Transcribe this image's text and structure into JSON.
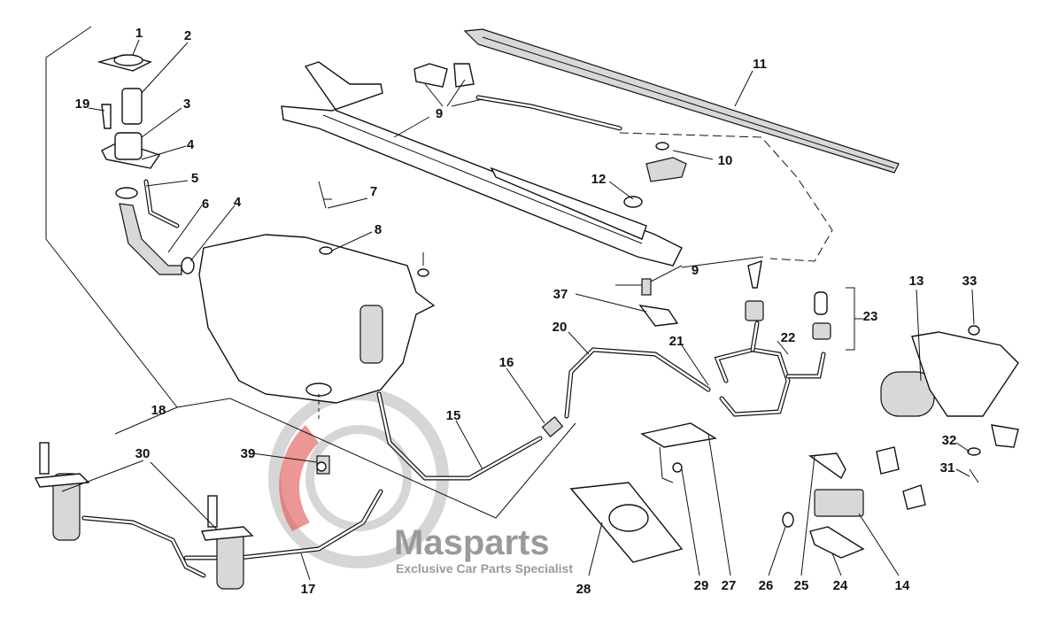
{
  "diagram": {
    "title": "Windscreen wiper and washer system exploded parts diagram",
    "watermark": {
      "brand": "Masparts",
      "tagline": "Exclusive Car Parts Specialist"
    },
    "callouts": [
      "1",
      "2",
      "19",
      "3",
      "4",
      "5",
      "6",
      "4",
      "7",
      "8",
      "9",
      "11",
      "10",
      "12",
      "9",
      "37",
      "20",
      "21",
      "22",
      "23",
      "13",
      "33",
      "16",
      "15",
      "18",
      "39",
      "30",
      "17",
      "28",
      "29",
      "27",
      "26",
      "25",
      "24",
      "14",
      "32",
      "31"
    ]
  }
}
